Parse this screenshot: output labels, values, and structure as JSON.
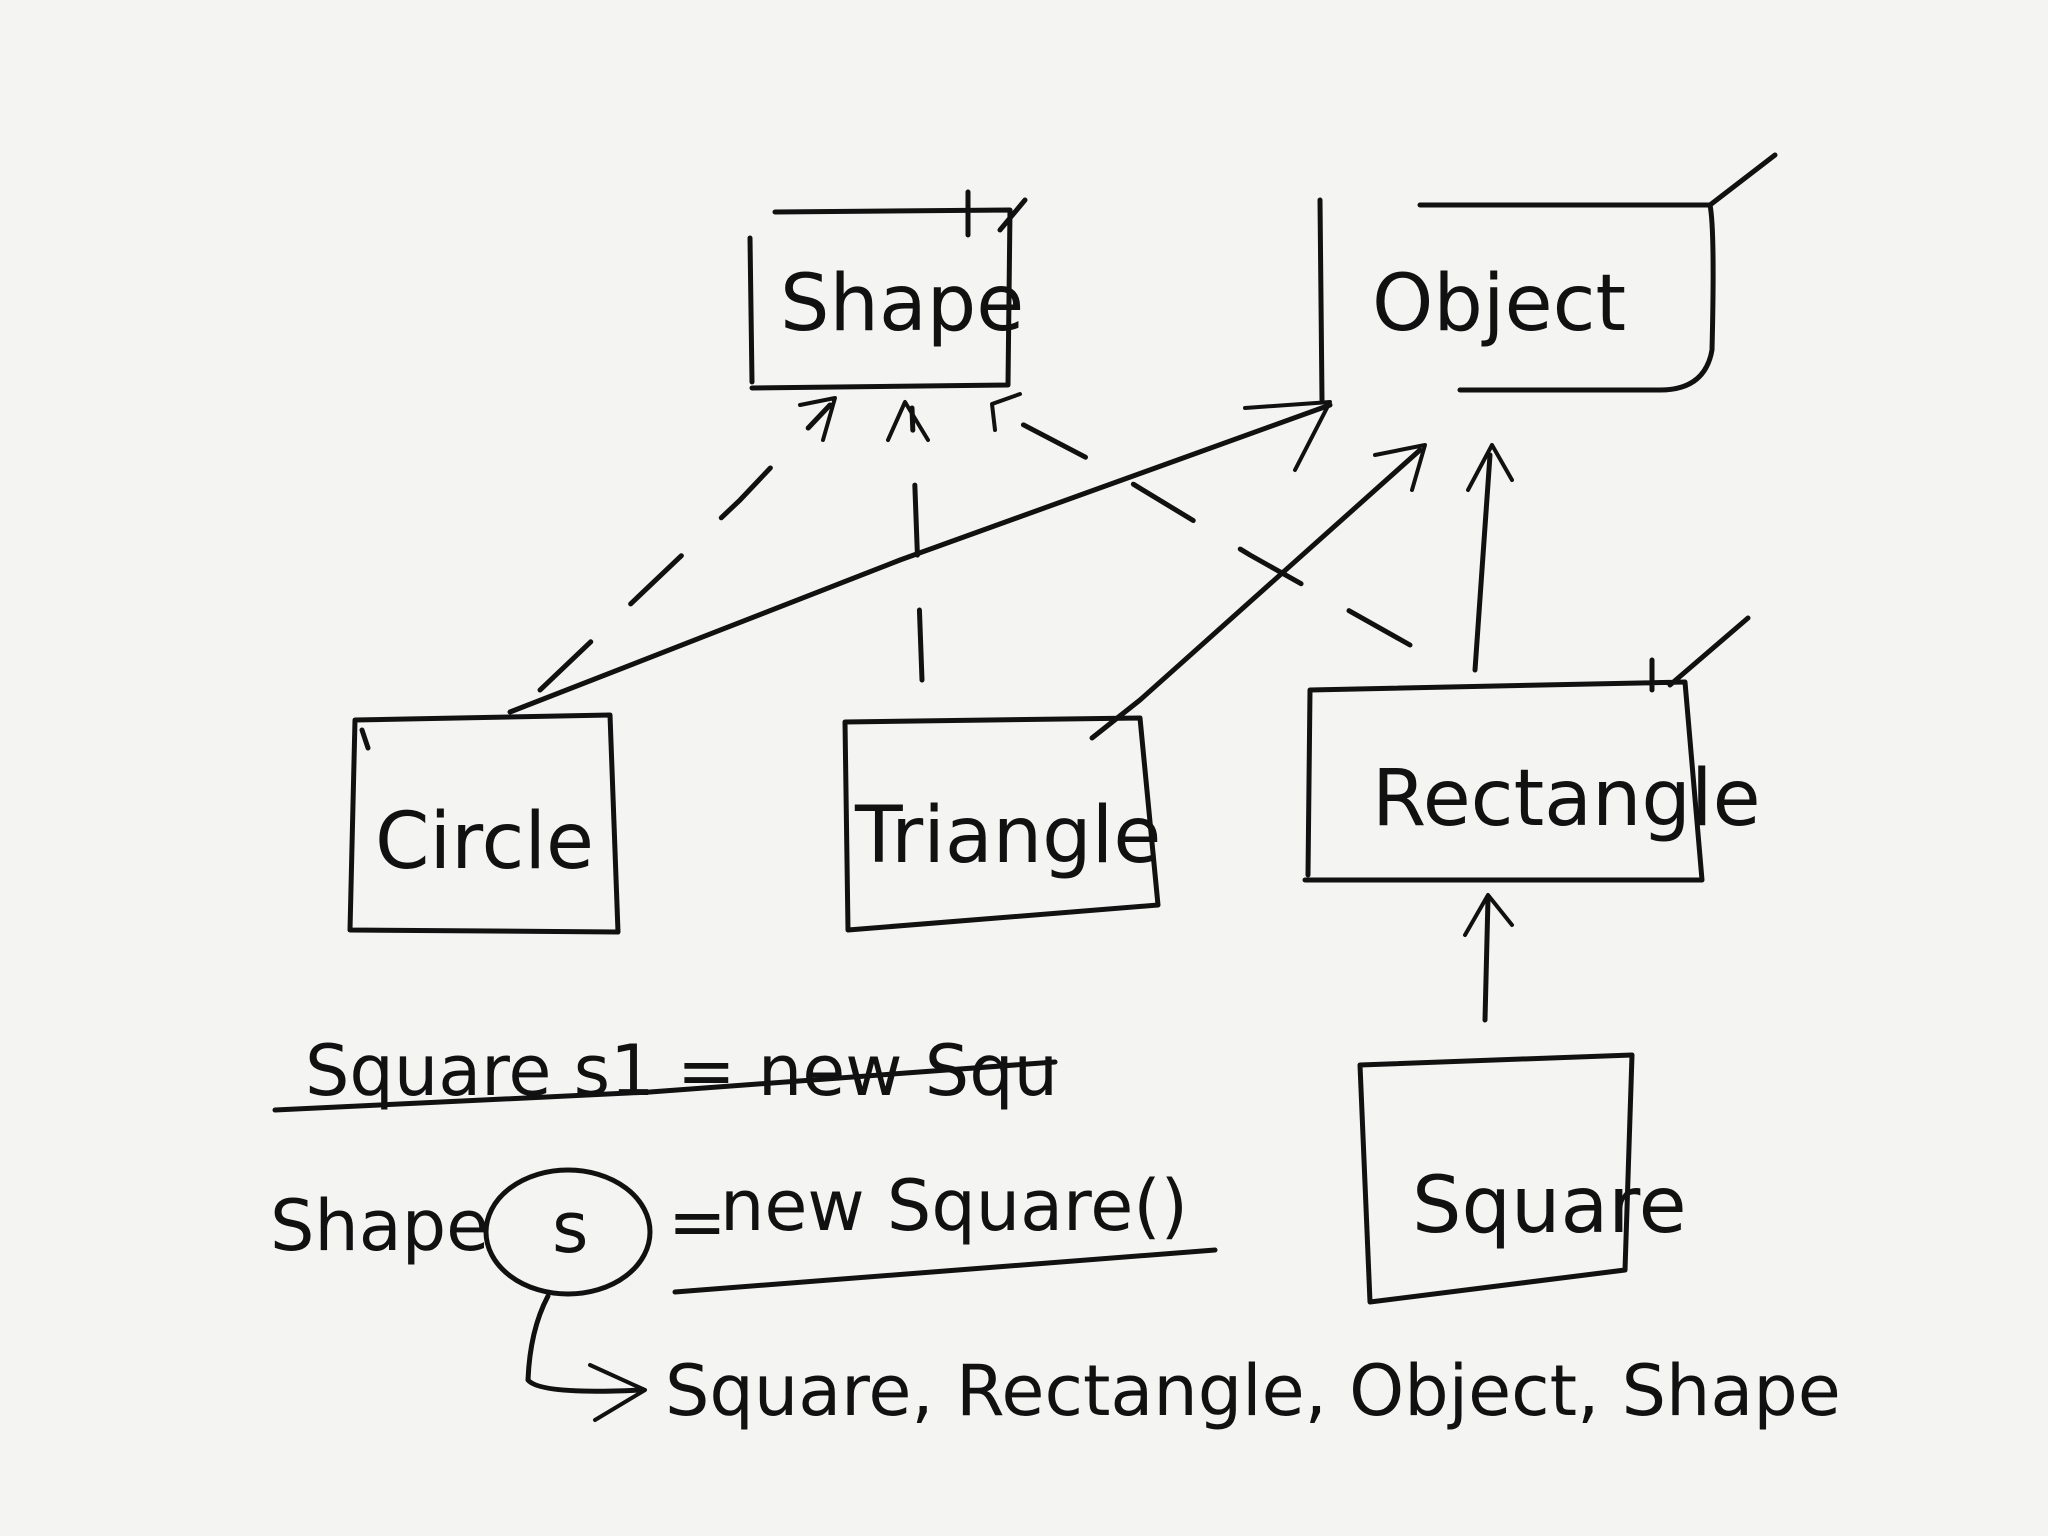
{
  "nodes": {
    "shape": {
      "label": "Shape"
    },
    "object": {
      "label": "Object"
    },
    "circle": {
      "label": "Circle"
    },
    "triangle": {
      "label": "Triangle"
    },
    "rectangle": {
      "label": "Rectangle"
    },
    "square": {
      "label": "Square"
    }
  },
  "notes": {
    "struck_code": "Square s1 = new Squ",
    "declaration_type": "Shape",
    "declaration_var": "s",
    "declaration_assign": "=",
    "declaration_expr": "new Square()",
    "types_list": "Square, Rectangle, Object, Shape"
  },
  "colors": {
    "ink": "#111111",
    "paper": "#f4f4f3"
  }
}
